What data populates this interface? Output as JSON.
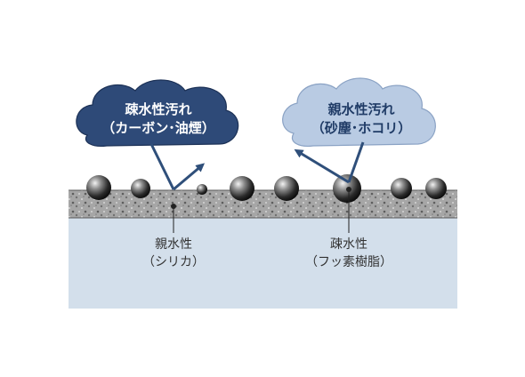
{
  "clouds": {
    "hydrophobic_dirt": {
      "line1": "疎水性汚れ",
      "line2": "（カーボン･油煙）",
      "color": "#2e4a78"
    },
    "hydrophilic_dirt": {
      "line1": "親水性汚れ",
      "line2": "（砂塵･ホコリ）",
      "color": "#b9cbe3"
    }
  },
  "labels": {
    "hydrophilic": {
      "line1": "親水性",
      "line2": "（シリカ）"
    },
    "hydrophobic": {
      "line1": "疎水性",
      "line2": "（フッ素樹脂）"
    }
  },
  "colors": {
    "substrate": "#d3dfeb",
    "coating": "#9a9a9a",
    "arrow": "#2f4f7a"
  }
}
